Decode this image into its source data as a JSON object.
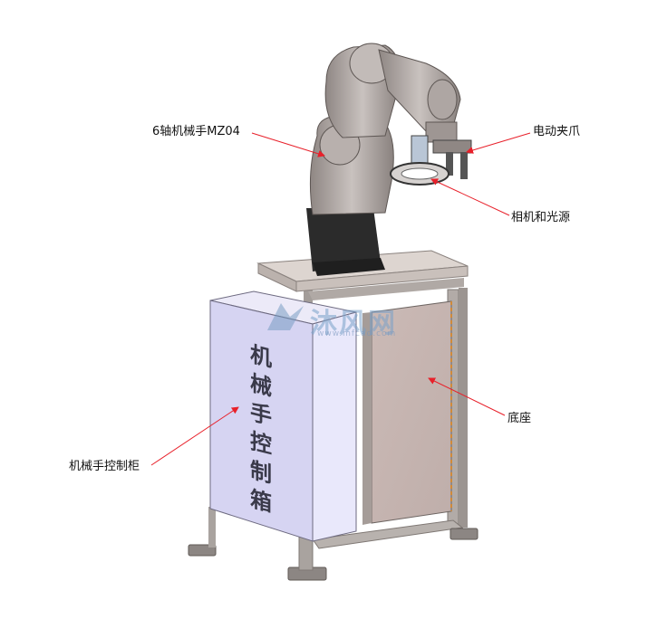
{
  "labels": {
    "arm": "6轴机械手MZ04",
    "gripper": "电动夹爪",
    "camera": "相机和光源",
    "base": "底座",
    "cabinet": "机械手控制柜"
  },
  "cabinet_text": [
    "机",
    "械",
    "手",
    "控",
    "制",
    "箱"
  ],
  "watermark": {
    "text": "沐风网",
    "url": "www.mfcad.com"
  },
  "colors": {
    "leader": "#e8202a",
    "cabinet_front": "#d6d4f2",
    "cabinet_side": "#e9e8fb",
    "base_door": "#c7b5b2",
    "frame": "#b6b0ac",
    "robot": "#a9a19e",
    "robot_dark": "#2b2b2b"
  }
}
